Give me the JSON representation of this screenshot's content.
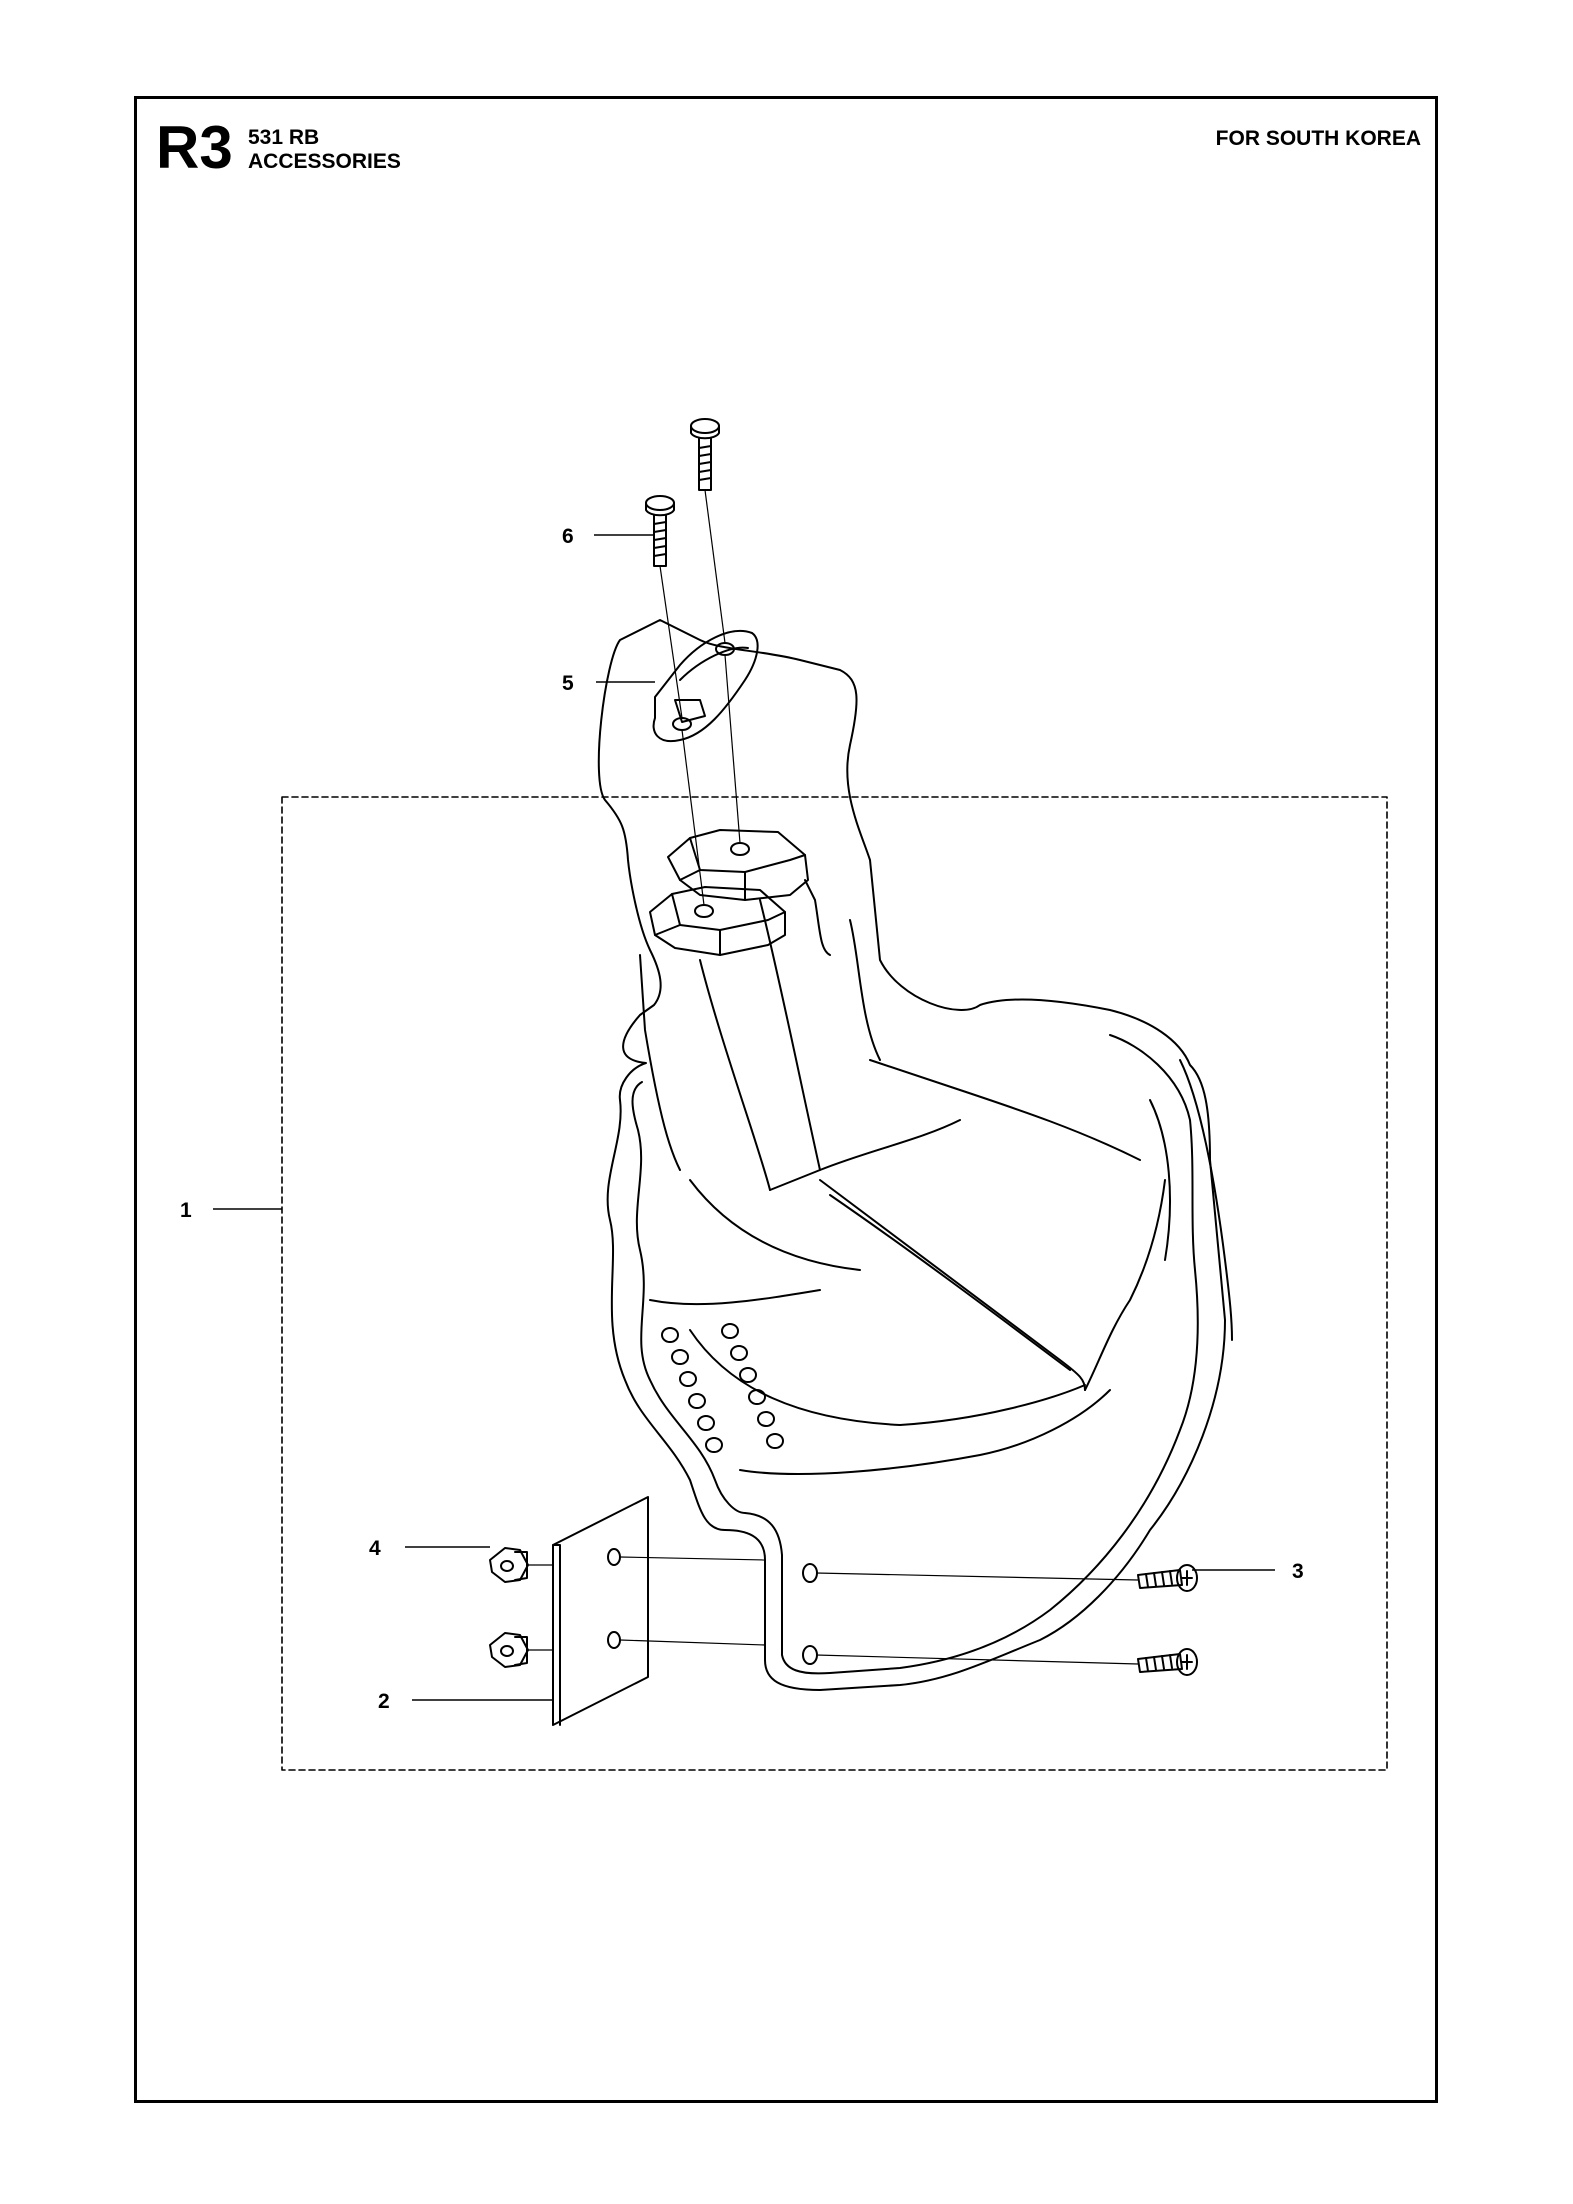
{
  "header": {
    "code": "R3",
    "model": "531 RB",
    "section": "ACCESSORIES",
    "region": "FOR SOUTH KOREA"
  },
  "callouts": [
    "1",
    "2",
    "3",
    "4",
    "5",
    "6"
  ]
}
